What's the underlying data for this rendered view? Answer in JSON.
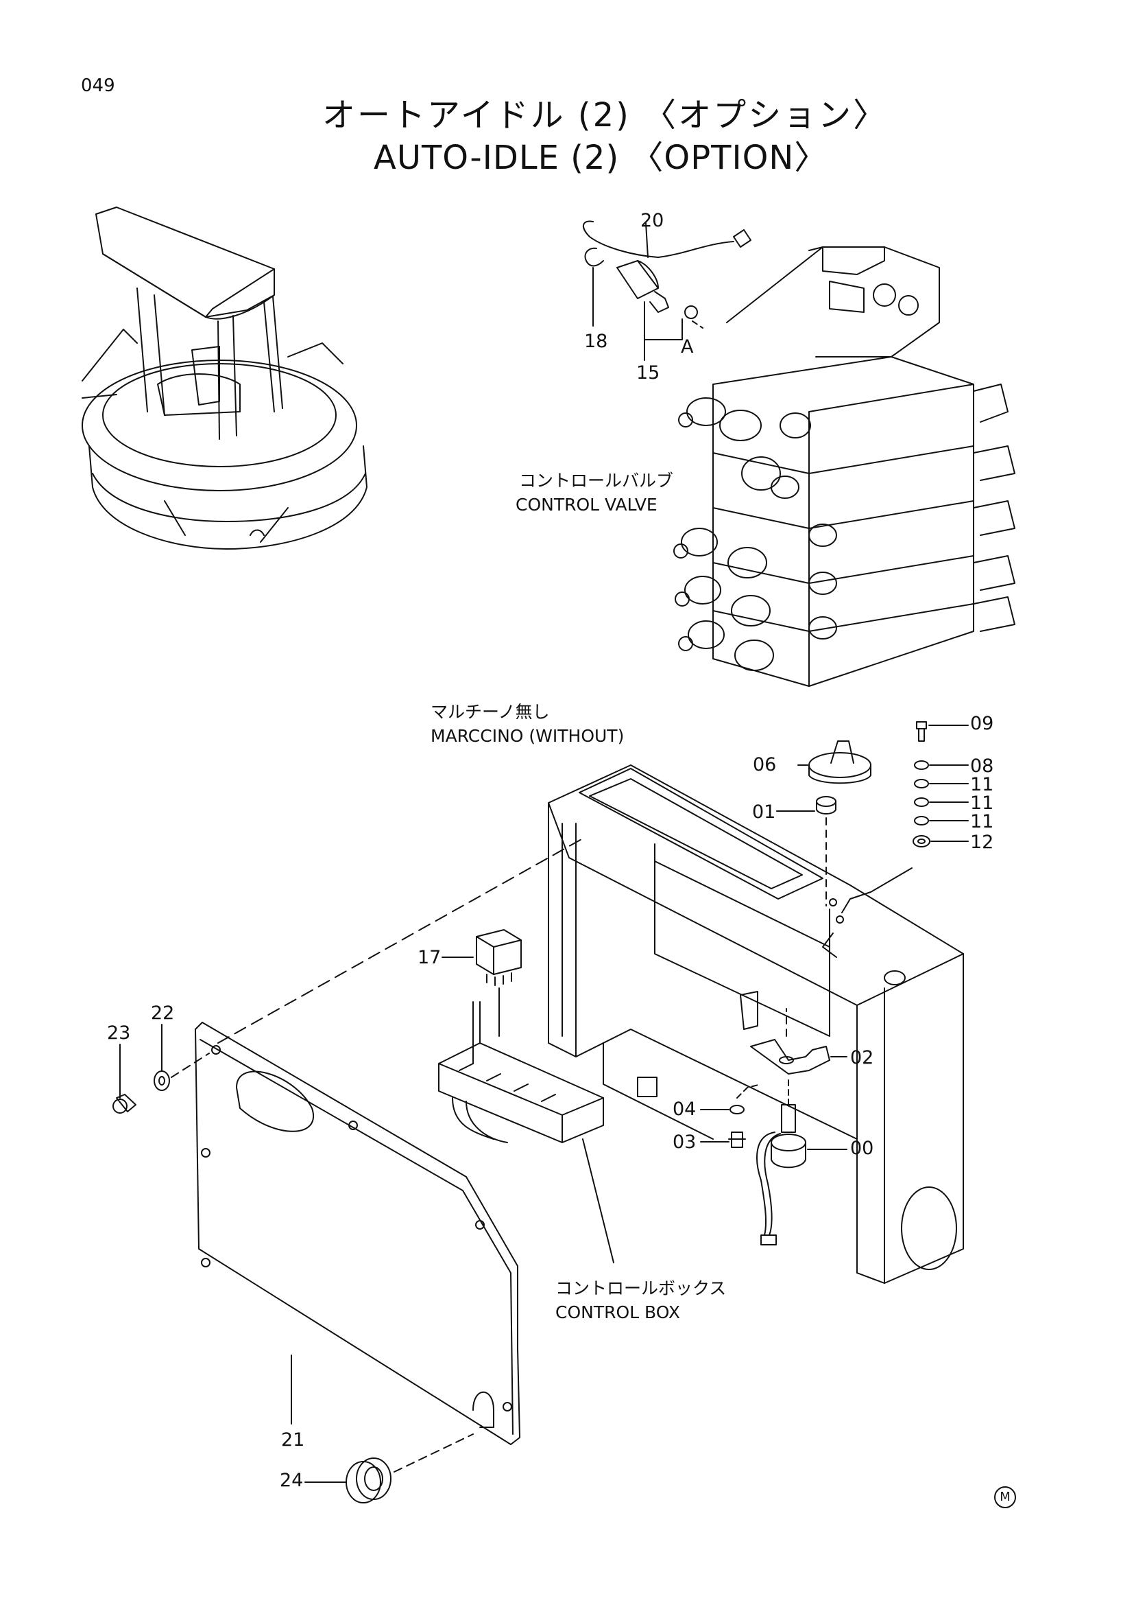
{
  "page": {
    "number": "049",
    "title_jp": "オートアイドル (2) 〈オプション〉",
    "title_en": "AUTO-IDLE (2) 〈OPTION〉",
    "maker_mark": "M"
  },
  "captions": {
    "control_valve_jp": "コントロールバルブ",
    "control_valve_en": "CONTROL VALVE",
    "marccino_jp": "マルチーノ無し",
    "marccino_en": "MARCCINO (WITHOUT)",
    "control_box_jp": "コントロールボックス",
    "control_box_en": "CONTROL BOX"
  },
  "callouts": {
    "p20": "20",
    "p18": "18",
    "p15": "15",
    "pA": "A",
    "p09": "09",
    "p06": "06",
    "p08": "08",
    "p11a": "11",
    "p11b": "11",
    "p11c": "11",
    "p01": "01",
    "p12": "12",
    "p17": "17",
    "p22": "22",
    "p23": "23",
    "p02": "02",
    "p04": "04",
    "p03": "03",
    "p00": "00",
    "p21": "21",
    "p24": "24"
  }
}
